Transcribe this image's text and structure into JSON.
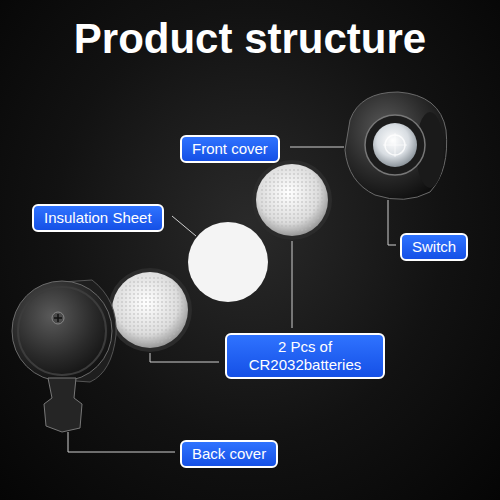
{
  "diagram": {
    "title": "Product structure",
    "nodes": [
      {
        "text": [
          "Front cover"
        ]
      },
      {
        "text": [
          "Insulation Sheet"
        ]
      },
      {
        "text": [
          "Switch"
        ]
      },
      {
        "text": [
          "2 Pcs of CR2032batteries"
        ]
      },
      {
        "text": [
          "Back cover"
        ]
      }
    ]
  }
}
